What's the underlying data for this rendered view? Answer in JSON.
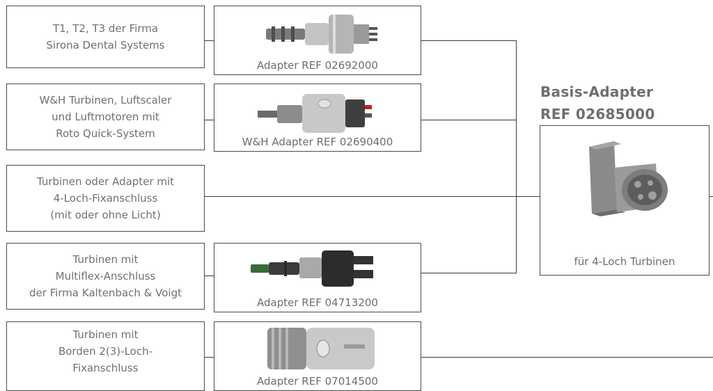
{
  "sources": [
    {
      "lines": [
        "T1, T2, T3 der Firma",
        "Sirona Dental Systems"
      ]
    },
    {
      "lines": [
        "W&H Turbinen, Luftscaler",
        "und Luftmotoren mit",
        "Roto Quick-System"
      ]
    },
    {
      "lines": [
        "Turbinen oder Adapter mit",
        "4-Loch-Fixanschluss",
        "(mit oder ohne Licht)"
      ]
    },
    {
      "lines": [
        "Turbinen mit",
        "Multiflex-Anschluss",
        "der Firma Kaltenbach & Voigt"
      ]
    },
    {
      "lines": [
        "Turbinen mit",
        "Borden 2(3)-Loch-",
        "Fixanschluss"
      ]
    }
  ],
  "adapters": [
    {
      "caption": "Adapter REF 02692000",
      "icon": "sirona-coupling-icon"
    },
    {
      "caption": "W&H Adapter REF 02690400",
      "icon": "wh-coupling-icon"
    },
    {
      "caption": "Adapter REF 04713200",
      "icon": "multiflex-coupling-icon"
    },
    {
      "caption": "Adapter REF 07014500",
      "icon": "borden-coupling-icon"
    }
  ],
  "basis": {
    "title_line1": "Basis-Adapter",
    "title_line2": "REF 02685000",
    "caption": "für 4-Loch Turbinen",
    "icon": "basis-adapter-icon"
  },
  "colors": {
    "border": "#4a4a4a",
    "text": "#707070",
    "line": "#3a3a3a"
  }
}
